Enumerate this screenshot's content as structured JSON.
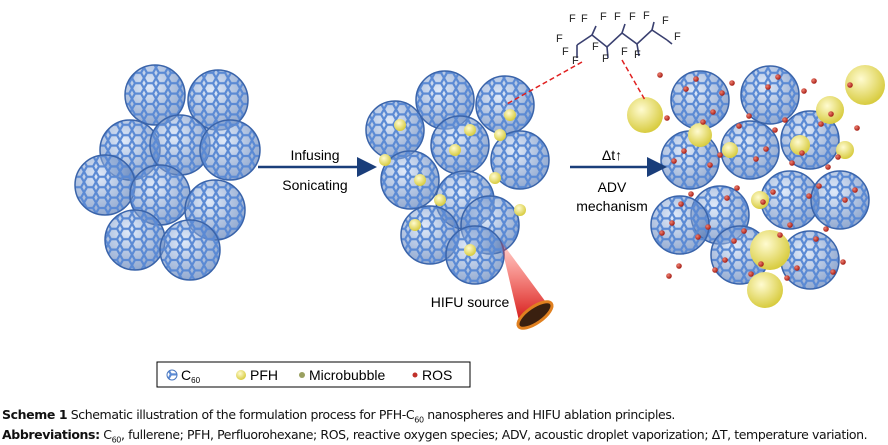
{
  "molecule_label": "F",
  "step1": {
    "top": "Infusing",
    "bottom": "Sonicating"
  },
  "step2": {
    "top": "Δt↑",
    "line1": "ADV",
    "line2": "mechanism"
  },
  "hifu_label": "HIFU source",
  "legend": {
    "c60": "C",
    "c60_sub": "60",
    "pfh": "PFH",
    "microbubble": "Microbubble",
    "ros": "ROS"
  },
  "caption": {
    "scheme_label": "Scheme 1",
    "scheme_text": " Schematic illustration of the formulation process for PFH-C",
    "scheme_sub": "60",
    "scheme_text2": " nanospheres and HIFU ablation principles.",
    "abbr_label": "Abbreviations:",
    "abbr_c": " C",
    "abbr_sub": "60",
    "abbr_text": ", fullerene; PFH, Perfluorohexane; ROS, reactive oxygen species; ADV, acoustic droplet vaporization; ΔT, temperature variation."
  },
  "colors": {
    "fullerene": "#4a78c0",
    "pfh": "#e8e070",
    "ros": "#c0302a",
    "arrow": "#1a3e7a",
    "laser": "#e03020"
  }
}
